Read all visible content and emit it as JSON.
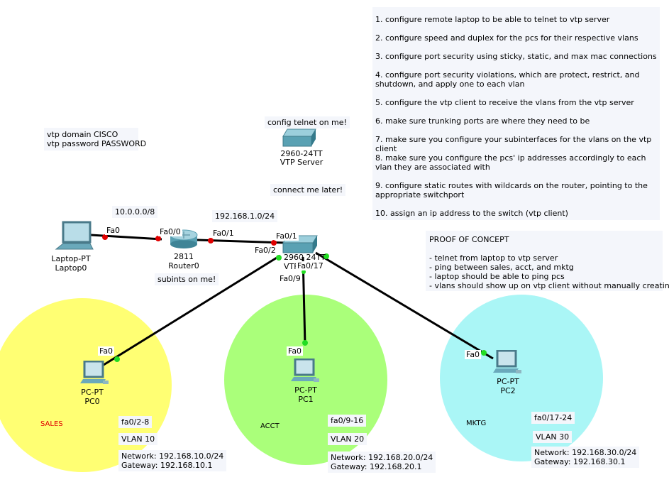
{
  "instructions": [
    "1. configure remote laptop to be able to telnet to vtp server",
    "2. configure speed and duplex for the pcs for their respective vlans",
    "3. configure port security using sticky, static, and max mac connections",
    "4. configure port security violations, which are protect, restrict, and shutdown, and apply one to each vlan",
    "5. configure the vtp client to receive the vlans from the vtp server",
    "6. make sure trunking ports are where they need to be",
    "7. make sure you configure your subinterfaces for the vlans on the vtp client",
    "8. make sure you configure the pcs' ip addresses accordingly to each vlan they are associated with",
    "9. configure static routes with wildcards on the router, pointing to the appropriate switchport",
    "10. assign an ip address to the switch (vtp client)"
  ],
  "proof_of_concept": {
    "title": "PROOF OF CONCEPT",
    "items": [
      "- telnet from laptop to vtp server",
      "- ping between sales, acct, and mktg",
      "- laptop should be able to ping pcs",
      "- vlans should show up on vtp client without manually creating them"
    ]
  },
  "vtp_note": [
    "vtp domain CISCO",
    "vtp password PASSWORD"
  ],
  "notes": {
    "config_telnet": "config telnet on me!",
    "connect_later": "connect me later!",
    "subints": "subints on me!",
    "net_10": "10.0.0.0/8",
    "net_192_1": "192.168.1.0/24"
  },
  "devices": {
    "laptop": {
      "model": "Laptop-PT",
      "name": "Laptop0"
    },
    "router": {
      "model": "2811",
      "name": "Router0"
    },
    "vtp_server": {
      "model": "2960-24TT",
      "name": "VTP Server"
    },
    "vtp_client": {
      "model": "2960 24TT",
      "name": "VTF"
    },
    "pc0": {
      "model": "PC-PT",
      "name": "PC0"
    },
    "pc1": {
      "model": "PC-PT",
      "name": "PC1"
    },
    "pc2": {
      "model": "PC-PT",
      "name": "PC2"
    }
  },
  "ports": {
    "laptop_fa0": "Fa0",
    "router_fa00": "Fa0/0",
    "router_fa01": "Fa0/1",
    "switch_fa01": "Fa0/1",
    "switch_fa02": "Fa0/2",
    "switch_fa017": "Fa0/17",
    "switch_fa09": "Fa0/9",
    "pc0_fa0": "Fa0",
    "pc1_fa0": "Fa0",
    "pc2_fa0": "Fa0"
  },
  "vlans": [
    {
      "area": "SALES",
      "ports": "fa0/2-8",
      "vlan": "VLAN 10",
      "network": "Network: 192.168.10.0/24",
      "gateway": "Gateway: 192.168.10.1",
      "color": "#ffff73",
      "label_color": "#e00000"
    },
    {
      "area": "ACCT",
      "ports": "fa0/9-16",
      "vlan": "VLAN 20",
      "network": "Network: 192.168.20.0/24",
      "gateway": "Gateway: 192.168.20.1",
      "color": "#aaff7a",
      "label_color": "#000000"
    },
    {
      "area": "MKTG",
      "ports": "fa0/17-24",
      "vlan": "VLAN 30",
      "network": "Network: 192.168.30.0/24",
      "gateway": "Gateway: 192.168.30.1",
      "color": "#aaf6f6",
      "label_color": "#000000"
    }
  ],
  "link_status_colors": {
    "down": "#e00000",
    "up": "#22dd22"
  }
}
